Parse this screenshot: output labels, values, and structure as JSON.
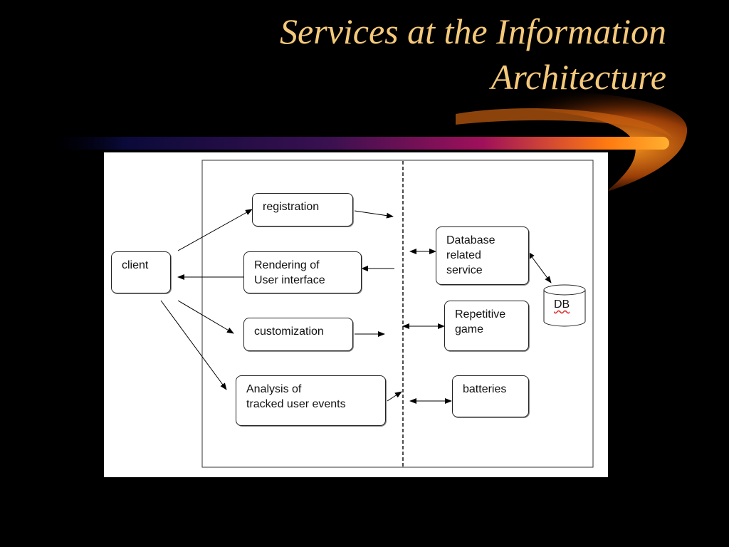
{
  "slide": {
    "title_line1": "Services at the Information",
    "title_line2": "Architecture"
  },
  "colors": {
    "background": "#000000",
    "title": "#f5c97a",
    "swoosh_start": "#0a0a3a",
    "swoosh_mid": "#a0105a",
    "swoosh_end": "#ffa018",
    "diagram_bg": "#ffffff"
  },
  "diagram": {
    "client": "client",
    "registration": "registration",
    "rendering": "Rendering of\nUser interface",
    "customization": "customization",
    "analysis": "Analysis of\ntracked user events",
    "database_service": "Database\nrelated\nservice",
    "repetitive_game": "Repetitive\ngame",
    "batteries": "batteries",
    "db": "DB"
  }
}
